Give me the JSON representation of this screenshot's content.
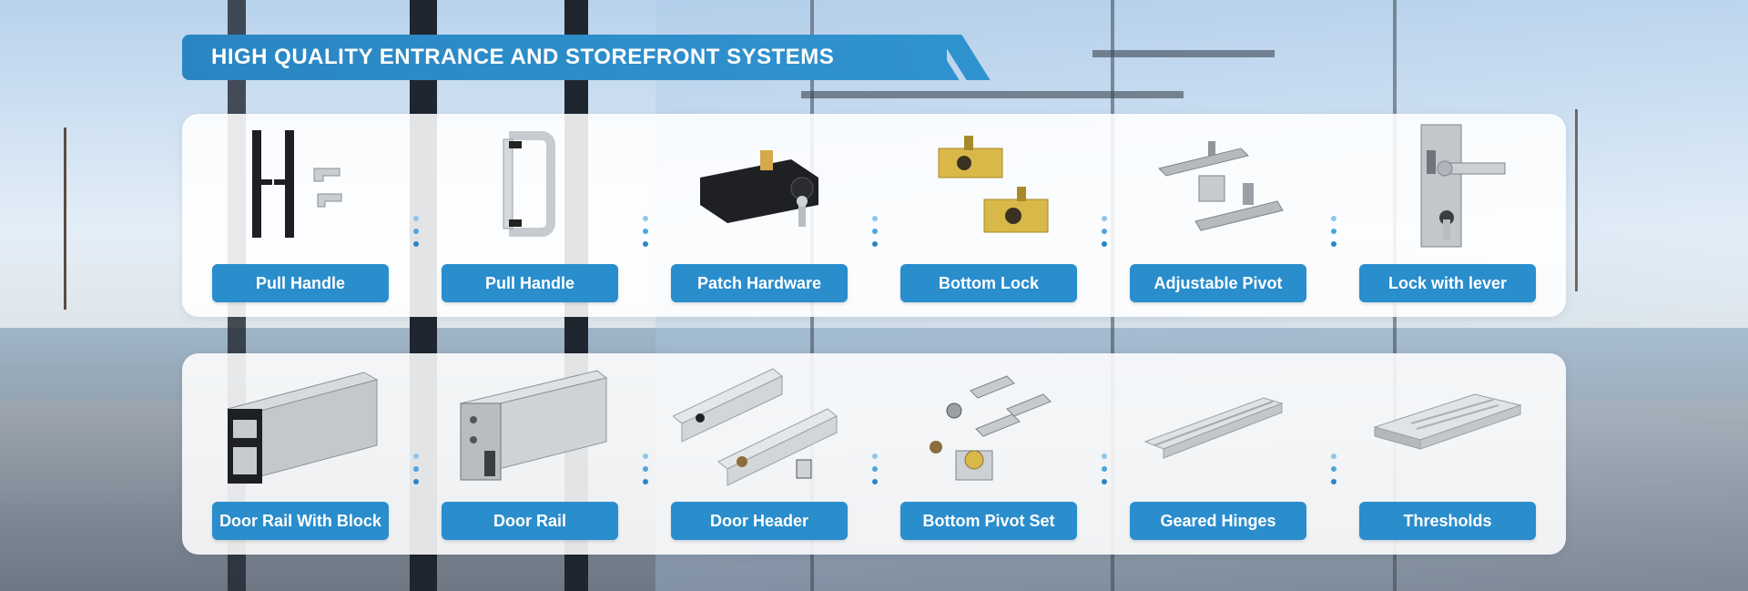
{
  "banner": {
    "title": "HIGH QUALITY ENTRANCE AND STOREFRONT SYSTEMS"
  },
  "colors": {
    "accent": "#2a8dcc",
    "banner": "#2f93cf",
    "panel": "#ffffff"
  },
  "top_row": [
    {
      "label": "Pull Handle",
      "icon": "h-pull-handle-icon"
    },
    {
      "label": "Pull Handle",
      "icon": "d-pull-handle-icon"
    },
    {
      "label": "Patch Hardware",
      "icon": "patch-lock-icon"
    },
    {
      "label": "Bottom Lock",
      "icon": "bottom-lock-icon"
    },
    {
      "label": "Adjustable Pivot",
      "icon": "pivot-icon"
    },
    {
      "label": "Lock with lever",
      "icon": "lever-lock-icon"
    }
  ],
  "bottom_row": [
    {
      "label": "Door Rail With Block",
      "icon": "door-rail-block-icon"
    },
    {
      "label": "Door Rail",
      "icon": "door-rail-icon"
    },
    {
      "label": "Door Header",
      "icon": "door-header-icon"
    },
    {
      "label": "Bottom Pivot Set",
      "icon": "pivot-set-icon"
    },
    {
      "label": "Geared Hinges",
      "icon": "geared-hinge-icon"
    },
    {
      "label": "Thresholds",
      "icon": "threshold-icon"
    }
  ]
}
